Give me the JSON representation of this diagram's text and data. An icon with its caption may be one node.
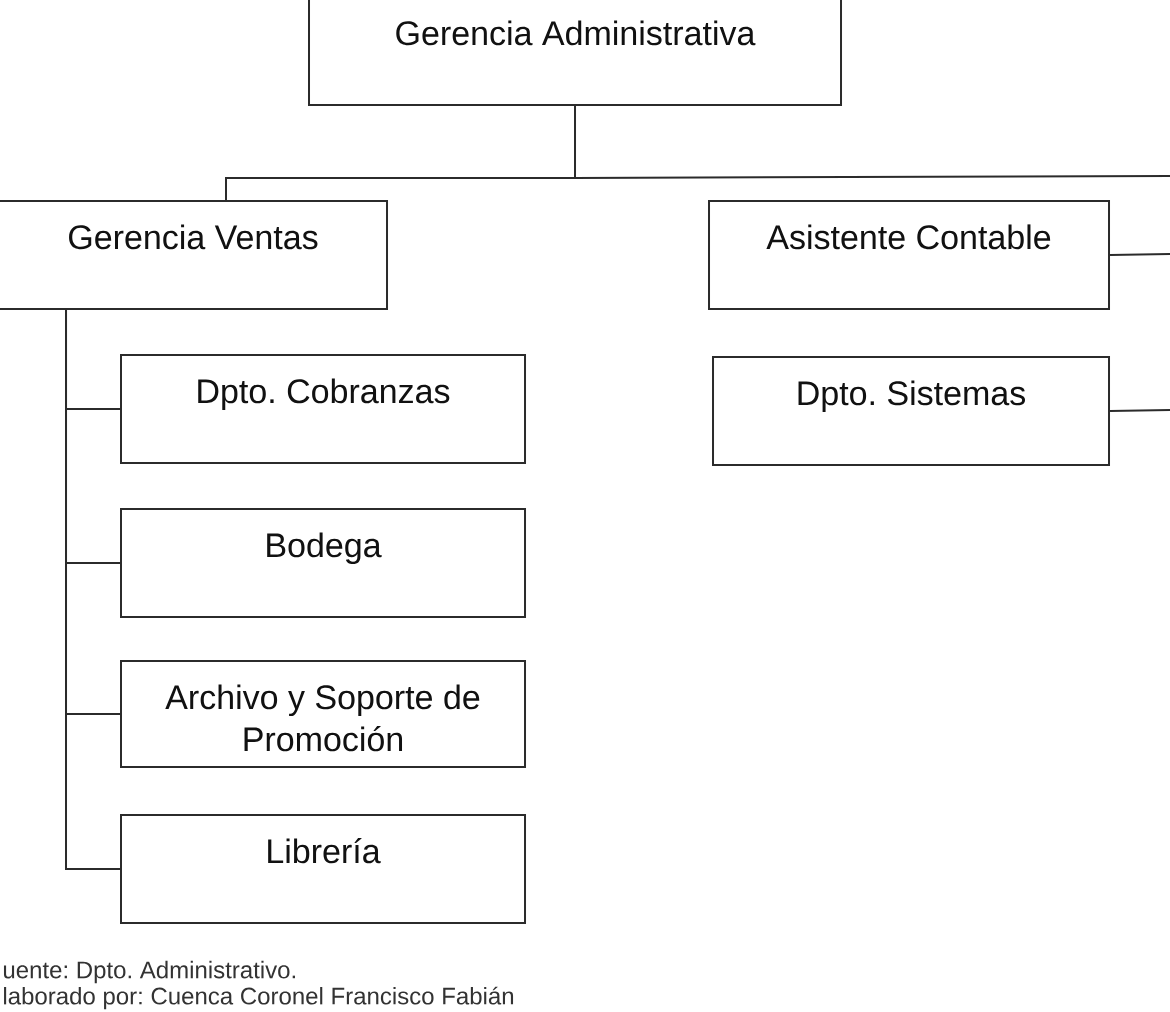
{
  "diagram": {
    "nodes": [
      {
        "text": [
          "Gerencia Administrativa"
        ]
      },
      {
        "text": [
          "Gerencia Ventas"
        ]
      },
      {
        "text": [
          "Asistente Contable"
        ]
      },
      {
        "text": [
          "Dpto. Cobranzas"
        ]
      },
      {
        "text": [
          "Dpto. Sistemas"
        ]
      },
      {
        "text": [
          "Bodega"
        ]
      },
      {
        "text": [
          "Archivo y Soporte de Promoción"
        ]
      },
      {
        "text": [
          "Librería"
        ]
      }
    ],
    "edges": [
      {
        "from": 0,
        "to": 1,
        "arrow": "none"
      },
      {
        "from": 0,
        "to": null,
        "arrow": "none"
      },
      {
        "from": 1,
        "to": 3,
        "arrow": "none"
      },
      {
        "from": 1,
        "to": 5,
        "arrow": "none"
      },
      {
        "from": 1,
        "to": 6,
        "arrow": "none"
      },
      {
        "from": 1,
        "to": 7,
        "arrow": "none"
      },
      {
        "from": 2,
        "to": null,
        "arrow": "none"
      },
      {
        "from": 4,
        "to": null,
        "arrow": "none"
      }
    ],
    "labels": [
      "uente: Dpto. Administrativo.",
      "laborado por: Cuenca Coronel Francisco Fabián"
    ]
  }
}
